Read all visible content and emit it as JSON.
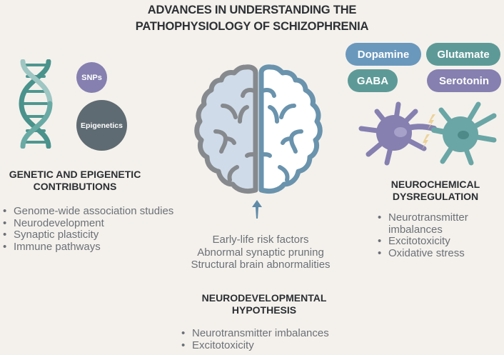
{
  "title": {
    "line1": "ADVANCES IN UNDERSTANDING THE",
    "line2": "PATHOPHYSIOLOGY OF SCHIZOPHRENIA"
  },
  "genetic": {
    "icon": "dna-helix-icon",
    "badges": [
      {
        "label": "SNPs",
        "color": "#8580b0"
      },
      {
        "label": "Epigenetics",
        "color": "#5f6b72"
      }
    ],
    "heading_line1": "GENETIC AND EPIGENETIC",
    "heading_line2": "CONTRIBUTIONS",
    "bullets": [
      "Genome-wide association studies",
      "Neurodevelopment",
      "Synaptic plasticity",
      "Immune pathways"
    ]
  },
  "neurodevelopmental": {
    "icon": "brain-icon",
    "arrow_icon": "arrow-up-icon",
    "factors": [
      "Early-life risk factors",
      "Abnormal synaptic pruning",
      "Structural brain abnormalities"
    ],
    "heading_line1": "NEURODEVELOPMENTAL",
    "heading_line2": "HYPOTHESIS",
    "bullets": [
      "Neurotransmitter imbalances",
      "Excitotoxicity"
    ]
  },
  "neurochemical": {
    "pills": [
      {
        "label": "Dopamine",
        "color": "#6a98bd"
      },
      {
        "label": "Glutamate",
        "color": "#5d9a97"
      },
      {
        "label": "GABA",
        "color": "#5d9a97"
      },
      {
        "label": "Serotonin",
        "color": "#8580b0"
      }
    ],
    "icon": "neurons-icon",
    "heading_line1": "NEUROCHEMICAL",
    "heading_line2": "DYSREGULATION",
    "bullets": [
      "Neurotransmitter imbalances",
      "Excitotoxicity",
      "Oxidative stress"
    ]
  }
}
